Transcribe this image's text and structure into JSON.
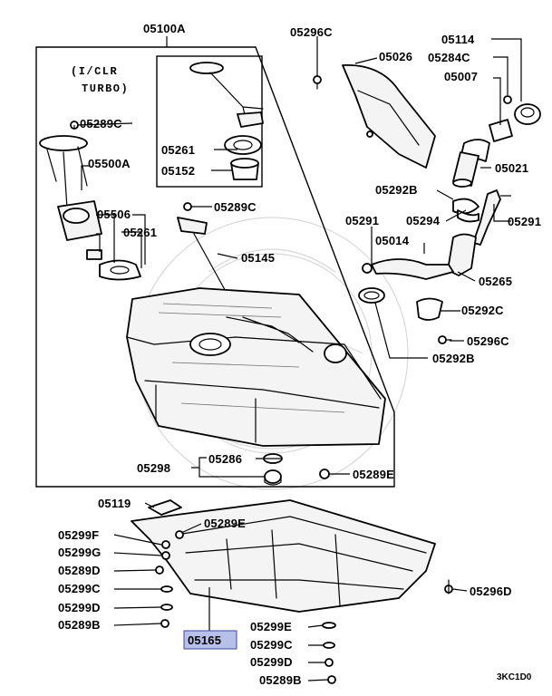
{
  "diagram": {
    "note_line1": "(I/CLR",
    "note_line2": "TURBO)",
    "ref_code": "3KC1D0",
    "selected_label": "05165",
    "labels": {
      "p05100A": "05100A",
      "p05296C_top": "05296C",
      "p05026": "05026",
      "p05114": "05114",
      "p05284C": "05284C",
      "p05007": "05007",
      "p05289C_a": "05289C",
      "p05500A": "05500A",
      "p05261_inset": "05261",
      "p05152": "05152",
      "p05021": "05021",
      "p05292B_top": "05292B",
      "p05289C_b": "05289C",
      "p05506": "05506",
      "p05261": "05261",
      "p05291_left": "05291",
      "p05294": "05294",
      "p05291_right": "05291",
      "p05014": "05014",
      "p05145": "05145",
      "p05265": "05265",
      "p05292C": "05292C",
      "p05296C_right": "05296C",
      "p05292B_bottom": "05292B",
      "p05286": "05286",
      "p05298": "05298",
      "p05289E_top": "05289E",
      "p05119": "05119",
      "p05289E_mid": "05289E",
      "p05299F": "05299F",
      "p05299G": "05299G",
      "p05289D": "05289D",
      "p05299C_left": "05299C",
      "p05296D": "05296D",
      "p05299D_left": "05299D",
      "p05289B_left": "05289B",
      "p05299E": "05299E",
      "p05299C_bottom": "05299C",
      "p05299D_bottom": "05299D",
      "p05289B_bottom": "05289B",
      "p05165": "05165"
    }
  }
}
